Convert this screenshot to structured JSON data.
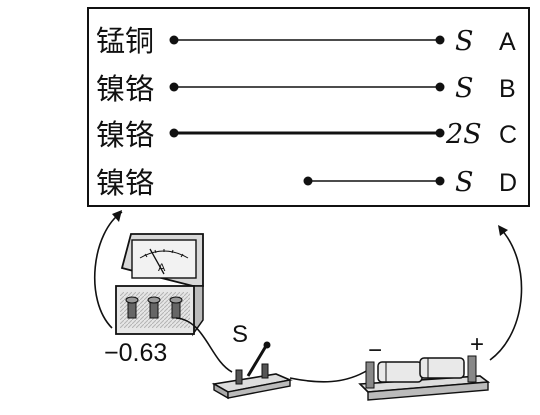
{
  "board": {
    "wires": [
      {
        "material": "锰铜",
        "area": "S",
        "letter": "A"
      },
      {
        "material": "镍铬",
        "area": "S",
        "letter": "B"
      },
      {
        "material": "镍铬",
        "area": "2S",
        "letter": "C"
      },
      {
        "material": "镍铬",
        "area": "S",
        "letter": "D"
      }
    ]
  },
  "ammeter": {
    "unit": "A",
    "terminals": "−0.63"
  },
  "switch": {
    "label": "S"
  },
  "battery": {
    "minus": "−",
    "plus": "+"
  },
  "colors": {
    "ink": "#111111",
    "meter_face": "#f2f2f2",
    "dark": "#333333"
  }
}
